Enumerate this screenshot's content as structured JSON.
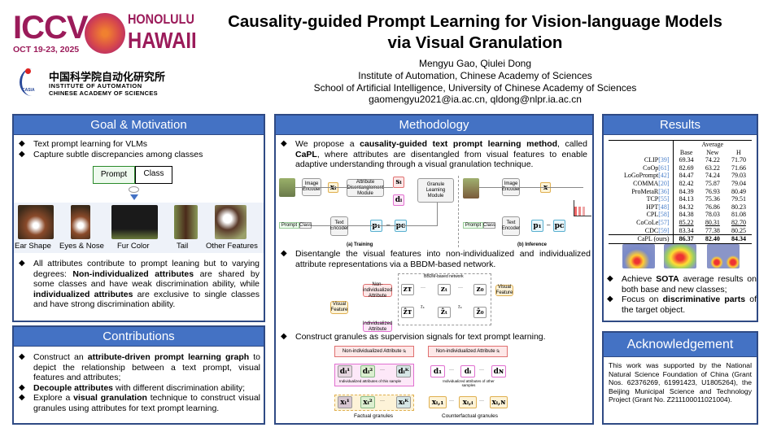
{
  "header": {
    "conference": {
      "name": "ICCV",
      "city": "HONOLULU",
      "state": "HAWAII",
      "dates": "OCT 19-23, 2025"
    },
    "institute_logo": {
      "chinese": "中国科学院自动化研究所",
      "line1": "INSTITUTE OF AUTOMATION",
      "line2": "CHINESE ACADEMY OF SCIENCES",
      "mark": "CASIA"
    },
    "title_line1": "Causality-guided Prompt Learning for Vision-language Models",
    "title_line2": "via Visual Granulation",
    "authors": "Mengyu Gao, Qiulei Dong",
    "affiliation1": "Institute of Automation, Chinese Academy of Sciences",
    "affiliation2": "School of Artificial Intelligence, University of Chinese Academy of Sciences",
    "emails": "gaomengyu2021@ia.ac.cn, qldong@nlpr.ia.ac.cn"
  },
  "goal": {
    "title": "Goal & Motivation",
    "bullets": [
      "Text prompt learning for VLMs",
      "Capture subtle discrepancies among classes"
    ],
    "prompt_label": "Prompt",
    "class_label": "Class",
    "attributes": [
      "Ear Shape",
      "Eyes & Nose",
      "Fur Color",
      "Tail",
      "Other Features"
    ],
    "para_pre": "All attributes contribute to prompt leaning but to varying degrees: ",
    "para_b1": "Non-individualized attributes",
    "para_mid": " are shared by some classes and have weak discrimination ability, while ",
    "para_b2": "individualized attributes",
    "para_post": " are exclusive to single classes and have strong discrimination ability."
  },
  "contributions": {
    "title": "Contributions",
    "b1_pre": "Construct an ",
    "b1_bold": "attribute-driven prompt learning graph",
    "b1_post": " to depict the relationship between a text prompt, visual features and attributes;",
    "b2_bold": "Decouple attributes",
    "b2_post": " with different discrimination ability;",
    "b3_pre": "Explore a ",
    "b3_bold": "visual granulation",
    "b3_post": " technique to construct visual granules using attributes for text prompt learning."
  },
  "methodology": {
    "title": "Methodology",
    "b1_pre": "We propose a ",
    "b1_bold1": "causality-guided text prompt learning method",
    "b1_mid": ", called ",
    "b1_bold2": "CaPL",
    "b1_post": ", where attributes are disentangled from visual features to enable adaptive understanding through a visual granulation technique.",
    "fig1": {
      "image_encoder": "Image Encoder",
      "text_encoder": "Text Encoder",
      "adm": "Attribute Disentanglement Module",
      "glm": "Granule Learning Module",
      "xi": "xᵢ",
      "si": "sᵢ",
      "di": "dᵢ",
      "x": "x",
      "p1": "p₁",
      "pc": "pᴄ",
      "dash": "–",
      "prompt": "Prompt",
      "class": "Class",
      "training": "(a) Training",
      "inference": "(b) Inference"
    },
    "b2": "Disentangle the visual features into non-individualized and individualized attribute representations via a BBDM-based network.",
    "fig2": {
      "network": "BBDM-based network",
      "non_ind": "Non-individualized Attribute",
      "ind": "Individualized Attribute",
      "visual_feature": "Visual Feature",
      "zT": "zᴛ",
      "zt": "zₜ",
      "z0": "z₀",
      "zhT": "ẑᴛ",
      "zht": "ẑₜ",
      "zh0": "ẑ₀",
      "dots": "···",
      "tau": "τₛ"
    },
    "b3": "Construct granules as supervision signals for text prompt learning.",
    "fig3": {
      "non_ind_attr": "Non-individualized Attribute sᵢ",
      "left_d": [
        "dᵢ¹",
        "dᵢ²",
        "dᵢᴷ"
      ],
      "left_x": [
        "xᵢ¹",
        "xᵢ²",
        "xᵢᴷ"
      ],
      "right_d": [
        "d₁",
        "dᵢ",
        "dɴ"
      ],
      "right_x": [
        "xᵢ,₁",
        "xᵢ,ᵢ",
        "xᵢ,ɴ"
      ],
      "left_caption": "Individualized attributes of this sample",
      "right_caption": "Individualized attributes of other samples",
      "factual": "Factual granules",
      "counterfactual": "Counterfactual granules",
      "dots": "···"
    }
  },
  "results": {
    "title": "Results",
    "table": {
      "group_header": "Average",
      "columns": [
        "Base",
        "New",
        "H"
      ],
      "rows": [
        {
          "method": "CLIP",
          "cite": "[39]",
          "values": [
            "69.34",
            "74.22",
            "71.70"
          ]
        },
        {
          "method": "CoOp",
          "cite": "[61]",
          "values": [
            "82.69",
            "63.22",
            "71.66"
          ]
        },
        {
          "method": "LoGoPrompt",
          "cite": "[42]",
          "values": [
            "84.47",
            "74.24",
            "79.03"
          ]
        },
        {
          "method": "COMMA",
          "cite": "[20]",
          "values": [
            "82.42",
            "75.87",
            "79.04"
          ]
        },
        {
          "method": "ProMetaR",
          "cite": "[36]",
          "values": [
            "84.39",
            "76.93",
            "80.49"
          ]
        },
        {
          "method": "TCP",
          "cite": "[55]",
          "values": [
            "84.13",
            "75.36",
            "79.51"
          ]
        },
        {
          "method": "HPT",
          "cite": "[48]",
          "values": [
            "84.32",
            "76.86",
            "80.23"
          ]
        },
        {
          "method": "CPL",
          "cite": "[58]",
          "values": [
            "84.38",
            "78.03",
            "81.08"
          ]
        },
        {
          "method": "CoCoLe",
          "cite": "[57]",
          "values": [
            "85.22",
            "80.31",
            "82.70"
          ]
        },
        {
          "method": "CDC",
          "cite": "[59]",
          "values": [
            "83.34",
            "77.38",
            "80.25"
          ]
        }
      ],
      "ours": {
        "method": "CaPL (ours)",
        "values": [
          "86.37",
          "82.40",
          "84.34"
        ]
      }
    },
    "b1_pre": "Achieve ",
    "b1_bold": "SOTA",
    "b1_post": " average results on both base and new classes;",
    "b2_pre": "Focus on ",
    "b2_bold": "discriminative parts",
    "b2_post": " of the target object."
  },
  "ack": {
    "title": "Acknowledgement",
    "text": "This work was supported by the National Natural Science Foundation of China (Grant Nos. 62376269, 61991423, U1805264), the Beijing Municipal Science and Technology Project (Grant No. Z211100011021004)."
  },
  "colors": {
    "header_blue": "#4472c4",
    "border": "#2f4a84",
    "iccv": "#9b1b5a"
  }
}
